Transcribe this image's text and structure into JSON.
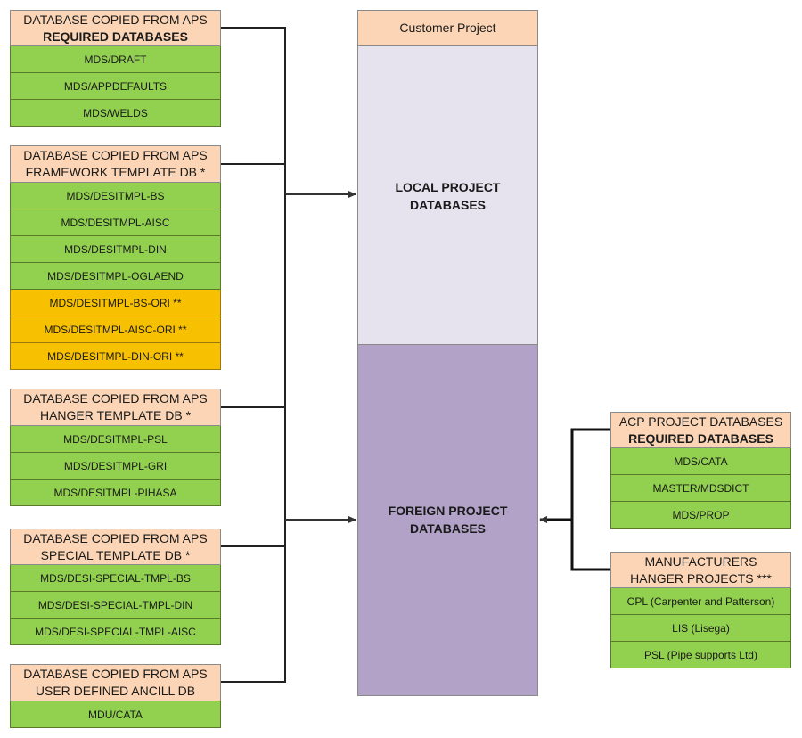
{
  "center": {
    "title": "Customer Project",
    "local_label": "LOCAL PROJECT\nDATABASES",
    "foreign_label": "FOREIGN PROJECT\nDATABASES"
  },
  "left_groups": [
    {
      "header": [
        "DATABASE COPIED FROM APS",
        "REQUIRED DATABASES"
      ],
      "bold_second": true,
      "items": [
        {
          "label": "MDS/DRAFT",
          "color": "green"
        },
        {
          "label": "MDS/APPDEFAULTS",
          "color": "green"
        },
        {
          "label": "MDS/WELDS",
          "color": "green"
        }
      ]
    },
    {
      "header": [
        "DATABASE COPIED FROM APS",
        "FRAMEWORK TEMPLATE DB *"
      ],
      "bold_second": false,
      "items": [
        {
          "label": "MDS/DESITMPL-BS",
          "color": "green"
        },
        {
          "label": "MDS/DESITMPL-AISC",
          "color": "green"
        },
        {
          "label": "MDS/DESITMPL-DIN",
          "color": "green"
        },
        {
          "label": "MDS/DESITMPL-OGLAEND",
          "color": "green"
        },
        {
          "label": "MDS/DESITMPL-BS-ORI **",
          "color": "orange"
        },
        {
          "label": "MDS/DESITMPL-AISC-ORI **",
          "color": "orange"
        },
        {
          "label": "MDS/DESITMPL-DIN-ORI **",
          "color": "orange"
        }
      ]
    },
    {
      "header": [
        "DATABASE COPIED FROM APS",
        "HANGER TEMPLATE DB *"
      ],
      "bold_second": false,
      "items": [
        {
          "label": "MDS/DESITMPL-PSL",
          "color": "green"
        },
        {
          "label": "MDS/DESITMPL-GRI",
          "color": "green"
        },
        {
          "label": "MDS/DESITMPL-PIHASA",
          "color": "green"
        }
      ]
    },
    {
      "header": [
        "DATABASE COPIED FROM APS",
        "SPECIAL TEMPLATE DB *"
      ],
      "bold_second": false,
      "items": [
        {
          "label": "MDS/DESI-SPECIAL-TMPL-BS",
          "color": "green"
        },
        {
          "label": "MDS/DESI-SPECIAL-TMPL-DIN",
          "color": "green"
        },
        {
          "label": "MDS/DESI-SPECIAL-TMPL-AISC",
          "color": "green"
        }
      ]
    },
    {
      "header": [
        "DATABASE COPIED FROM APS",
        "USER DEFINED ANCILL DB"
      ],
      "bold_second": false,
      "items": [
        {
          "label": "MDU/CATA",
          "color": "green"
        }
      ]
    }
  ],
  "right_groups": [
    {
      "header": [
        "ACP PROJECT DATABASES",
        "REQUIRED DATABASES"
      ],
      "bold_second": true,
      "items": [
        {
          "label": "MDS/CATA",
          "color": "green"
        },
        {
          "label": "MASTER/MDSDICT",
          "color": "green"
        },
        {
          "label": "MDS/PROP",
          "color": "green"
        }
      ]
    },
    {
      "header": [
        "MANUFACTURERS",
        "HANGER PROJECTS ***"
      ],
      "bold_second": false,
      "items": [
        {
          "label": "CPL (Carpenter and Patterson)",
          "color": "green"
        },
        {
          "label": "LIS (Lisega)",
          "color": "green"
        },
        {
          "label": "PSL (Pipe supports Ltd)",
          "color": "green"
        }
      ]
    }
  ],
  "colors": {
    "header": "#fbd5b5",
    "green": "#92d050",
    "orange": "#f7c000",
    "local": "#e6e2ee",
    "foreign": "#b2a2c8",
    "line": "#222222"
  }
}
